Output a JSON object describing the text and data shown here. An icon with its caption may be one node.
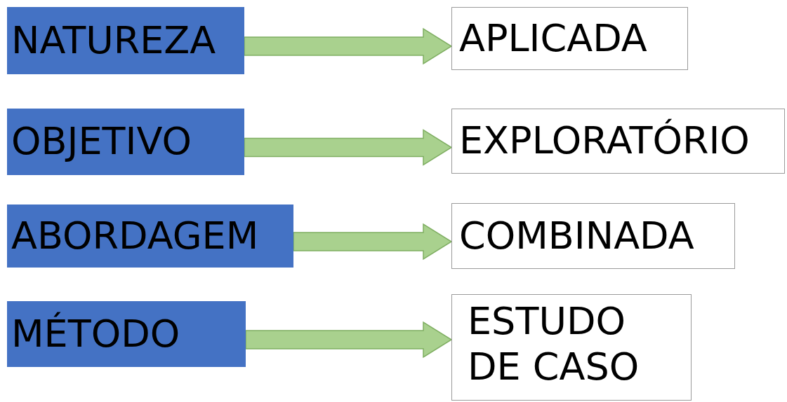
{
  "diagram": {
    "nodes": [
      {
        "text": [
          "NATUREZA"
        ]
      },
      {
        "text": [
          "APLICADA"
        ]
      },
      {
        "text": [
          "OBJETIVO"
        ]
      },
      {
        "text": [
          "EXPLORATÓRIO"
        ]
      },
      {
        "text": [
          "ABORDAGEM"
        ]
      },
      {
        "text": [
          "COMBINADA"
        ]
      },
      {
        "text": [
          "MÉTODO"
        ]
      },
      {
        "text": [
          "ESTUDO DE CASO"
        ]
      }
    ],
    "edges": [
      {
        "from": 0,
        "to": 1,
        "arrow": "to"
      },
      {
        "from": 2,
        "to": 3,
        "arrow": "to"
      },
      {
        "from": 4,
        "to": 5,
        "arrow": "to"
      },
      {
        "from": 6,
        "to": 7,
        "arrow": "to"
      }
    ]
  }
}
